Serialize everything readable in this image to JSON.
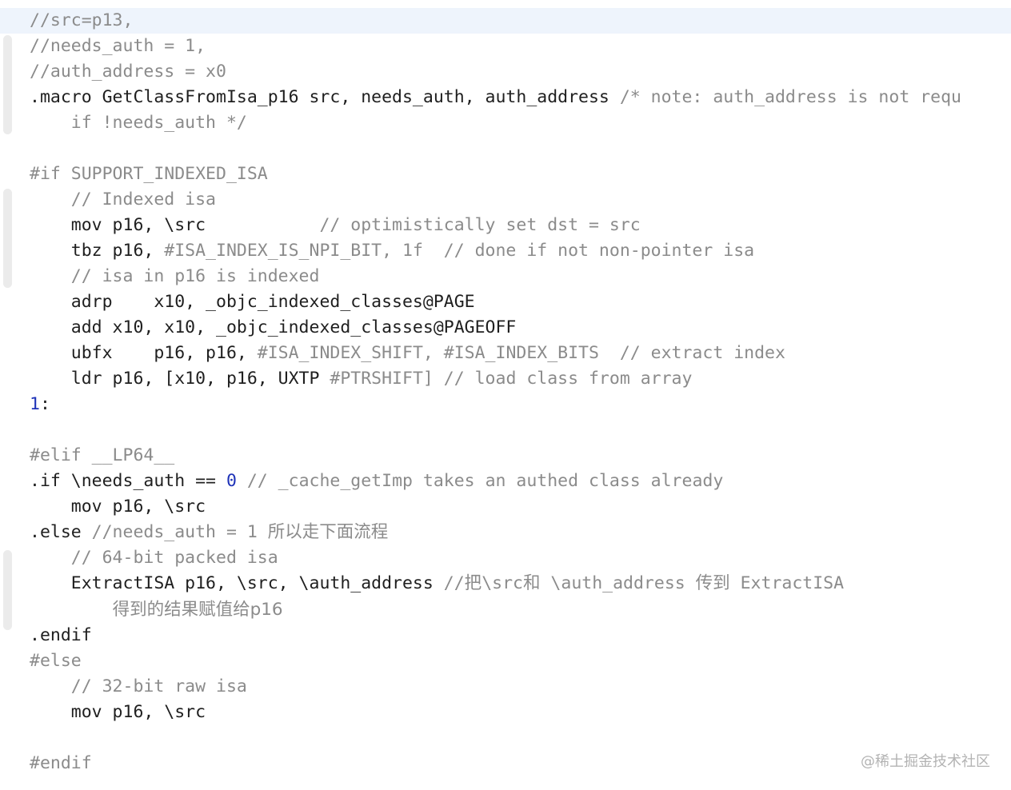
{
  "code_lines": [
    {
      "indent": "",
      "segments": [
        {
          "text": "//src=p13,",
          "style": "comment"
        }
      ]
    },
    {
      "indent": "",
      "segments": [
        {
          "text": "//needs_auth = 1,",
          "style": "comment"
        }
      ]
    },
    {
      "indent": "",
      "segments": [
        {
          "text": "//auth_address = x0",
          "style": "comment"
        }
      ]
    },
    {
      "indent": "",
      "segments": [
        {
          "text": ".macro GetClassFromIsa_p16 src, needs_auth, auth_address ",
          "style": "normal"
        },
        {
          "text": "/* note: auth_address is not requ",
          "style": "comment"
        }
      ]
    },
    {
      "indent": "    ",
      "segments": [
        {
          "text": "if !needs_auth */",
          "style": "comment"
        }
      ]
    },
    {
      "indent": "",
      "segments": []
    },
    {
      "indent": "",
      "segments": [
        {
          "text": "#if SUPPORT_INDEXED_ISA",
          "style": "directive"
        }
      ]
    },
    {
      "indent": "    ",
      "segments": [
        {
          "text": "// Indexed isa",
          "style": "comment"
        }
      ]
    },
    {
      "indent": "    ",
      "segments": [
        {
          "text": "mov p16, \\src           ",
          "style": "normal"
        },
        {
          "text": "// optimistically set dst = src",
          "style": "comment"
        }
      ]
    },
    {
      "indent": "    ",
      "segments": [
        {
          "text": "tbz p16, ",
          "style": "normal"
        },
        {
          "text": "#ISA_INDEX_IS_NPI_BIT, 1f  // done if not non-pointer isa",
          "style": "comment"
        }
      ]
    },
    {
      "indent": "    ",
      "segments": [
        {
          "text": "// isa in p16 is indexed",
          "style": "comment"
        }
      ]
    },
    {
      "indent": "    ",
      "segments": [
        {
          "text": "adrp    x10, _objc_indexed_classes@PAGE",
          "style": "normal"
        }
      ]
    },
    {
      "indent": "    ",
      "segments": [
        {
          "text": "add x10, x10, _objc_indexed_classes@PAGEOFF",
          "style": "normal"
        }
      ]
    },
    {
      "indent": "    ",
      "segments": [
        {
          "text": "ubfx    p16, p16, ",
          "style": "normal"
        },
        {
          "text": "#ISA_INDEX_SHIFT, #ISA_INDEX_BITS  // extract index",
          "style": "comment"
        }
      ]
    },
    {
      "indent": "    ",
      "segments": [
        {
          "text": "ldr p16, [x10, p16, UXTP ",
          "style": "normal"
        },
        {
          "text": "#PTRSHIFT] // load class from array",
          "style": "comment"
        }
      ]
    },
    {
      "indent": "",
      "segments": [
        {
          "text": "1",
          "style": "number"
        },
        {
          "text": ":",
          "style": "normal"
        }
      ]
    },
    {
      "indent": "",
      "segments": []
    },
    {
      "indent": "",
      "segments": [
        {
          "text": "#elif __LP64__",
          "style": "directive"
        }
      ]
    },
    {
      "indent": "",
      "segments": [
        {
          "text": ".if \\needs_auth == ",
          "style": "normal"
        },
        {
          "text": "0",
          "style": "number"
        },
        {
          "text": " // _cache_getImp takes an authed class already",
          "style": "comment"
        }
      ]
    },
    {
      "indent": "    ",
      "segments": [
        {
          "text": "mov p16, \\src",
          "style": "normal"
        }
      ]
    },
    {
      "indent": "",
      "segments": [
        {
          "text": ".else ",
          "style": "normal"
        },
        {
          "text": "//needs_auth = 1 ",
          "style": "comment"
        },
        {
          "text": "所以走下面流程",
          "style": "cjk-comment"
        }
      ]
    },
    {
      "indent": "    ",
      "segments": [
        {
          "text": "// 64-bit packed isa",
          "style": "comment"
        }
      ]
    },
    {
      "indent": "    ",
      "segments": [
        {
          "text": "ExtractISA p16, \\src, \\auth_address ",
          "style": "normal"
        },
        {
          "text": "//",
          "style": "comment"
        },
        {
          "text": "把",
          "style": "cjk-comment"
        },
        {
          "text": "\\src",
          "style": "comment"
        },
        {
          "text": "和",
          "style": "cjk-comment"
        },
        {
          "text": " \\auth_address ",
          "style": "comment"
        },
        {
          "text": "传到",
          "style": "cjk-comment"
        },
        {
          "text": " ExtractISA",
          "style": "comment"
        }
      ]
    },
    {
      "indent": "        ",
      "wrap": true,
      "segments": [
        {
          "text": "得到的结果赋值给p16",
          "style": "cjk-comment"
        }
      ]
    },
    {
      "indent": "",
      "segments": [
        {
          "text": ".endif",
          "style": "normal"
        }
      ]
    },
    {
      "indent": "",
      "segments": [
        {
          "text": "#else",
          "style": "directive"
        }
      ]
    },
    {
      "indent": "    ",
      "segments": [
        {
          "text": "// 32-bit raw isa",
          "style": "comment"
        }
      ]
    },
    {
      "indent": "    ",
      "segments": [
        {
          "text": "mov p16, \\src",
          "style": "normal"
        }
      ]
    },
    {
      "indent": "",
      "segments": []
    },
    {
      "indent": "",
      "segments": [
        {
          "text": "#endif",
          "style": "directive"
        }
      ]
    }
  ],
  "watermark": "@稀土掘金技术社区",
  "colors": {
    "background": "#ffffff",
    "current_line": "#eef4fc",
    "code_text": "#1f1f1f",
    "comment": "#8b8b8b",
    "number": "#1f33b8",
    "gutter_fold": "#ebebeb"
  }
}
